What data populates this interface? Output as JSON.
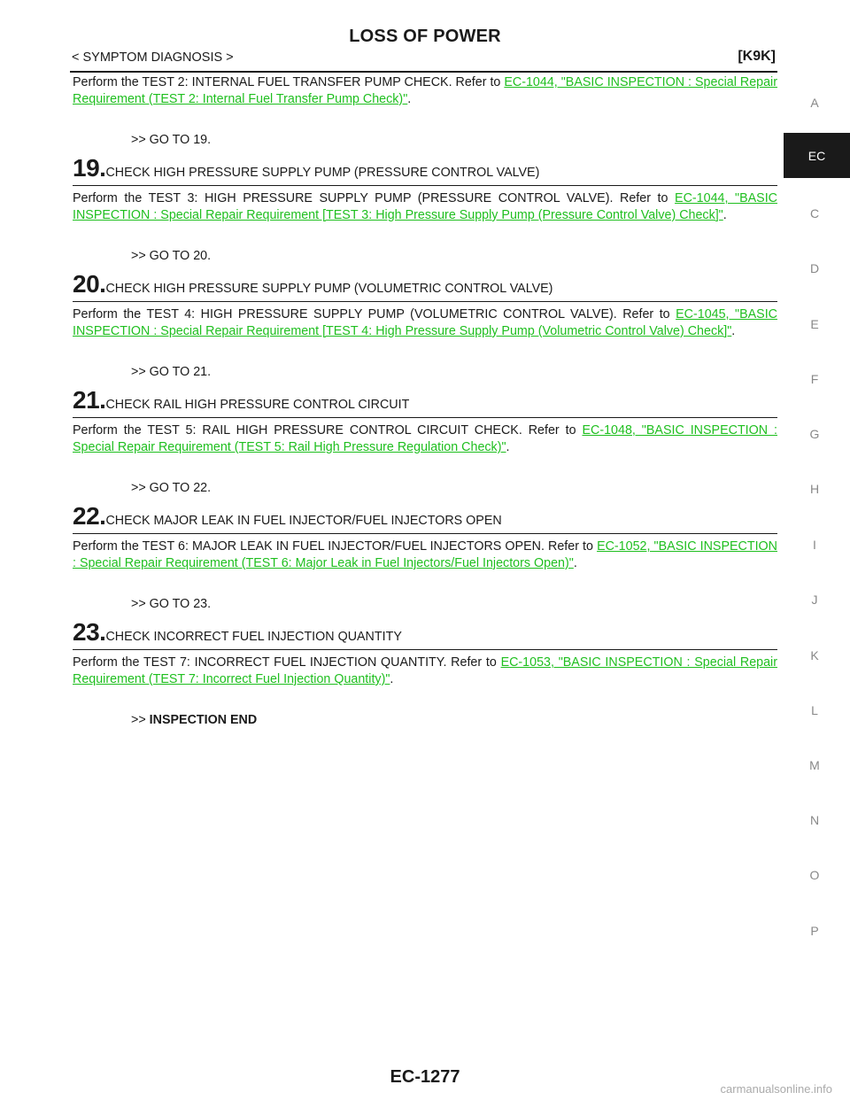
{
  "header": {
    "title": "LOSS OF POWER",
    "section": "< SYMPTOM DIAGNOSIS >",
    "model": "[K9K]"
  },
  "intro": {
    "text": "Perform the TEST 2: INTERNAL FUEL TRANSFER PUMP CHECK. Refer to ",
    "link": "EC-1044, \"BASIC INSPECTION : Special Repair Requirement (TEST 2: Internal Fuel Transfer Pump Check)\"",
    "suffix": ".",
    "goto": ">> GO TO 19."
  },
  "steps": [
    {
      "number": "19.",
      "heading": "CHECK HIGH PRESSURE SUPPLY PUMP (PRESSURE CONTROL VALVE)",
      "text": "Perform the TEST 3: HIGH PRESSURE SUPPLY PUMP (PRESSURE CONTROL VALVE). Refer to ",
      "link": "EC-1044, \"BASIC INSPECTION : Special Repair Requirement [TEST 3: High Pressure Supply Pump (Pressure Control Valve) Check]\"",
      "suffix": ".",
      "goto": ">> GO TO 20."
    },
    {
      "number": "20.",
      "heading": "CHECK HIGH PRESSURE SUPPLY PUMP (VOLUMETRIC CONTROL VALVE)",
      "text": "Perform the TEST 4: HIGH PRESSURE SUPPLY PUMP (VOLUMETRIC CONTROL VALVE). Refer to ",
      "link": "EC-1045, \"BASIC INSPECTION : Special Repair Requirement [TEST 4: High Pressure Supply Pump (Volumetric Control Valve) Check]\"",
      "suffix": ".",
      "goto": ">> GO TO 21."
    },
    {
      "number": "21.",
      "heading": "CHECK RAIL HIGH PRESSURE CONTROL CIRCUIT",
      "text": "Perform the TEST 5: RAIL HIGH PRESSURE CONTROL CIRCUIT CHECK. Refer to ",
      "link": "EC-1048, \"BASIC INSPECTION : Special Repair Requirement (TEST 5: Rail High Pressure Regulation Check)\"",
      "suffix": ".",
      "goto": ">> GO TO 22."
    },
    {
      "number": "22.",
      "heading": "CHECK MAJOR LEAK IN FUEL INJECTOR/FUEL INJECTORS OPEN",
      "text": "Perform the TEST 6: MAJOR LEAK IN FUEL INJECTOR/FUEL INJECTORS OPEN. Refer to ",
      "link": "EC-1052, \"BASIC INSPECTION : Special Repair Requirement (TEST 6: Major Leak in Fuel Injectors/Fuel Injectors Open)\"",
      "suffix": ".",
      "goto": ">> GO TO 23."
    },
    {
      "number": "23.",
      "heading": "CHECK INCORRECT FUEL INJECTION QUANTITY",
      "text": "Perform the TEST 7: INCORRECT FUEL INJECTION QUANTITY. Refer to ",
      "link": "EC-1053, \"BASIC INSPECTION : Special Repair Requirement (TEST 7: Incorrect Fuel Injection Quantity)\"",
      "suffix": ".",
      "goto_prefix": ">> ",
      "goto_end": "INSPECTION END"
    }
  ],
  "sidebar": {
    "letters": [
      "A",
      "C",
      "D",
      "E",
      "F",
      "G",
      "H",
      "I",
      "J",
      "K",
      "L",
      "M",
      "N",
      "O",
      "P"
    ],
    "active": "EC"
  },
  "footer": {
    "page": "EC-1277",
    "watermark": "carmanualsonline.info"
  },
  "colors": {
    "link": "#1fbf1f",
    "text": "#1a1a1a",
    "tab_bg": "#1a1a1a",
    "sidebar_letter": "#888888"
  }
}
